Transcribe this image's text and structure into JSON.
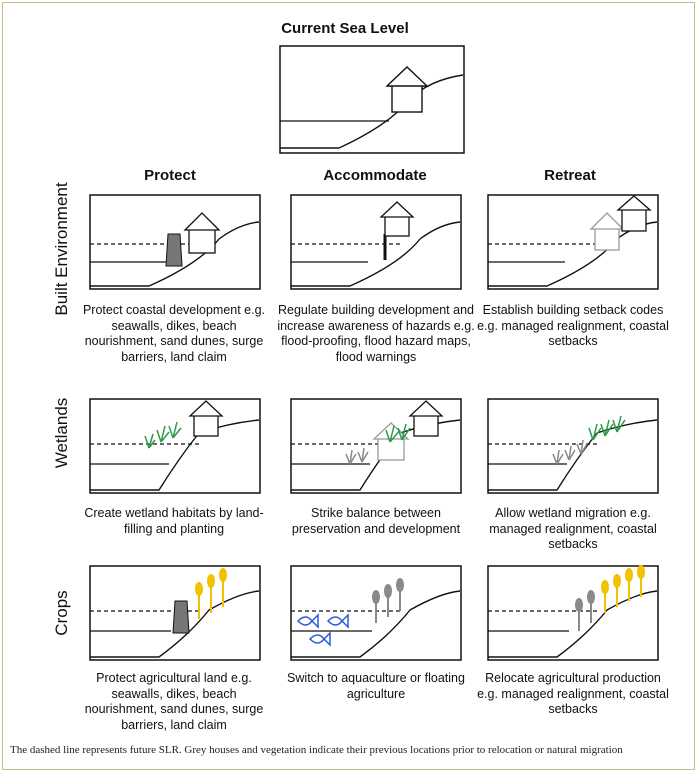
{
  "top_title": "Current Sea Level",
  "columns": [
    "Protect",
    "Accommodate",
    "Retreat"
  ],
  "rows": [
    "Built Environment",
    "Wetlands",
    "Crops"
  ],
  "captions": {
    "built_protect": "Protect coastal development e.g. seawalls, dikes, beach nourishment, sand dunes, surge barriers, land claim",
    "built_accommodate": "Regulate building development and increase awareness of hazards e.g. flood-proofing, flood hazard maps, flood warnings",
    "built_retreat": "Establish building setback codes e.g. managed realignment, coastal setbacks",
    "wetlands_protect": "Create wetland habitats by land-filling and planting",
    "wetlands_accommodate": "Strike balance between preservation and development",
    "wetlands_retreat": "Allow wetland migration e.g. managed realignment, coastal setbacks",
    "crops_protect": "Protect agricultural land e.g. seawalls, dikes, beach nourishment, sand dunes, surge barriers, land claim",
    "crops_accommodate": "Switch to aquaculture or floating agriculture",
    "crops_retreat": "Relocate agricultural production e.g. managed realignment, coastal setbacks"
  },
  "footnote": "The dashed line represents future SLR. Grey houses and vegetation indicate their previous locations prior to relocation or natural migration",
  "colors": {
    "wetland_green": "#2f9a4a",
    "crop_yellow": "#f2c200",
    "fish_blue": "#2a5bd7",
    "grey": "#8a8a8a",
    "wall": "#777777"
  }
}
